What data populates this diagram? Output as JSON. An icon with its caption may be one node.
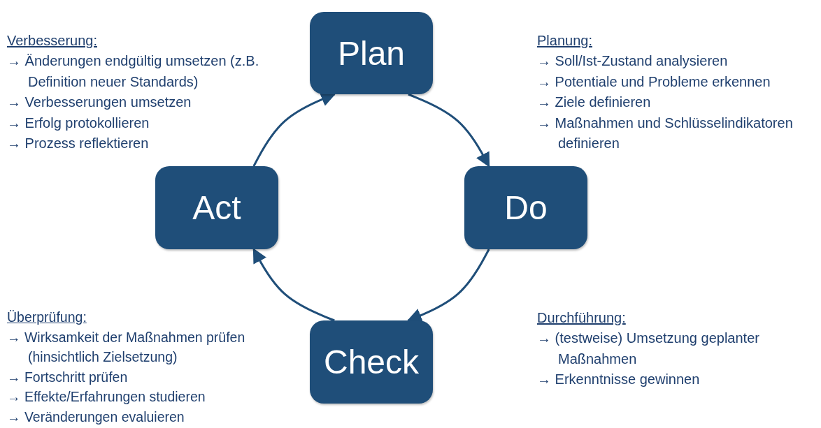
{
  "diagram": {
    "nodes": [
      {
        "text": [
          "Plan"
        ],
        "beside": [
          "Planung:",
          "→ Soll/Ist-Zustand analysieren",
          "→ Potentiale und Probleme erkennen",
          "→ Ziele definieren",
          "→ Maßnahmen und Schlüsselindikatoren definieren"
        ]
      },
      {
        "text": [
          "Do"
        ],
        "beside": [
          "Durchführung:",
          "→ (testweise) Umsetzung geplanter Maßnahmen",
          "→ Erkenntnisse gewinnen"
        ]
      },
      {
        "text": [
          "Check"
        ],
        "beside": [
          "Überprüfung:",
          "→ Wirksamkeit der Maßnahmen prüfen (hinsichtlich Zielsetzung)",
          "→ Fortschritt prüfen",
          "→ Effekte/Erfahrungen studieren",
          "→ Veränderungen evaluieren"
        ]
      },
      {
        "text": [
          "Act"
        ],
        "beside": [
          "Verbesserung:",
          "→ Änderungen endgültig umsetzen (z.B. Definition neuer Standards)",
          "→ Verbesserungen umsetzen",
          "→ Erfolg protokollieren",
          "→ Prozess reflektieren"
        ]
      }
    ],
    "edges": [
      {
        "from": 0,
        "to": 1,
        "arrow": "to"
      },
      {
        "from": 1,
        "to": 2,
        "arrow": "to"
      },
      {
        "from": 2,
        "to": 3,
        "arrow": "to"
      },
      {
        "from": 3,
        "to": 0,
        "arrow": "to"
      }
    ]
  }
}
